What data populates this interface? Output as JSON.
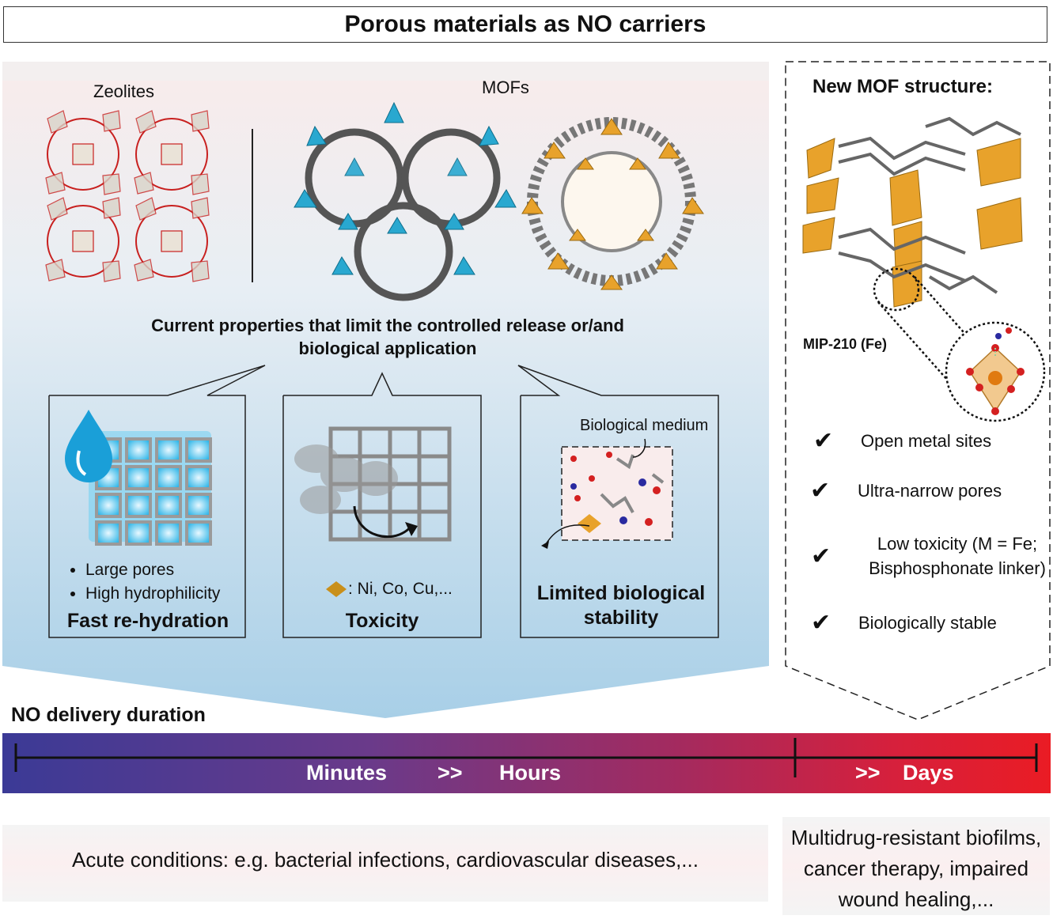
{
  "title": "Porous materials as NO carriers",
  "left_panel": {
    "zeolites_label": "Zeolites",
    "mofs_label": "MOFs",
    "limits_heading": "Current properties that limit the controlled release or/and biological application",
    "boxes": [
      {
        "bullets": [
          "Large pores",
          "High hydrophilicity"
        ],
        "title": "Fast re-hydration"
      },
      {
        "legend": ": Ni, Co, Cu,...",
        "title": "Toxicity"
      },
      {
        "medium_label": "Biological medium",
        "title": "Limited biological stability"
      }
    ]
  },
  "right_panel": {
    "heading": "New MOF structure:",
    "mof_name": "MIP-210 (Fe)",
    "features": [
      "Open metal sites",
      "Ultra-narrow pores",
      "Low toxicity (M = Fe; Bisphosphonate linker)",
      "Biologically stable"
    ]
  },
  "duration": {
    "label": "NO delivery duration",
    "minutes": "Minutes",
    "gt1": ">>",
    "hours": "Hours",
    "gt2": ">>",
    "days": "Days"
  },
  "applications": {
    "acute": "Acute conditions: e.g. bacterial infections, cardiovascular diseases,...",
    "chronic": "Multidrug-resistant biofilms, cancer therapy, impaired wound healing,..."
  },
  "colors": {
    "tl_start": "#3b3a96",
    "tl_end": "#ea1c24",
    "panel_top": "#f8ecec",
    "panel_bottom": "#a9cfe7",
    "mof_blue": "#29a8d0",
    "mof_gold": "#e8a22b"
  }
}
